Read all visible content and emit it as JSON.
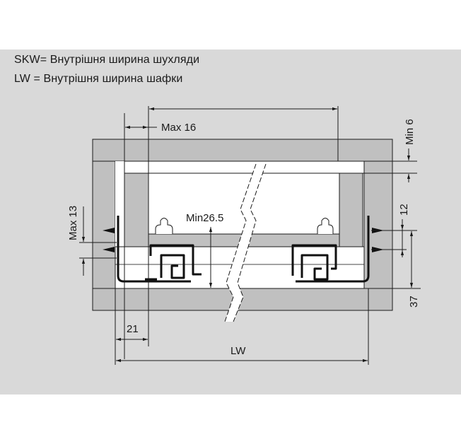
{
  "legend": {
    "line1": "SKW= Внутрішня ширина шухляди",
    "line2": "LW = Внутрішня ширина шафки"
  },
  "dimensions": {
    "max16": "Max 16",
    "min6": "Min 6",
    "max13": "Max 13",
    "min26_5": "Min26.5",
    "d12": "12",
    "d37": "37",
    "d21": "21",
    "lw": "LW"
  },
  "colors": {
    "background": "#ffffff",
    "panel": "#d9d9d9",
    "cabinet": "#c0c0c0",
    "drawer_interior": "#ffffff",
    "line": "#1a1a1a"
  }
}
